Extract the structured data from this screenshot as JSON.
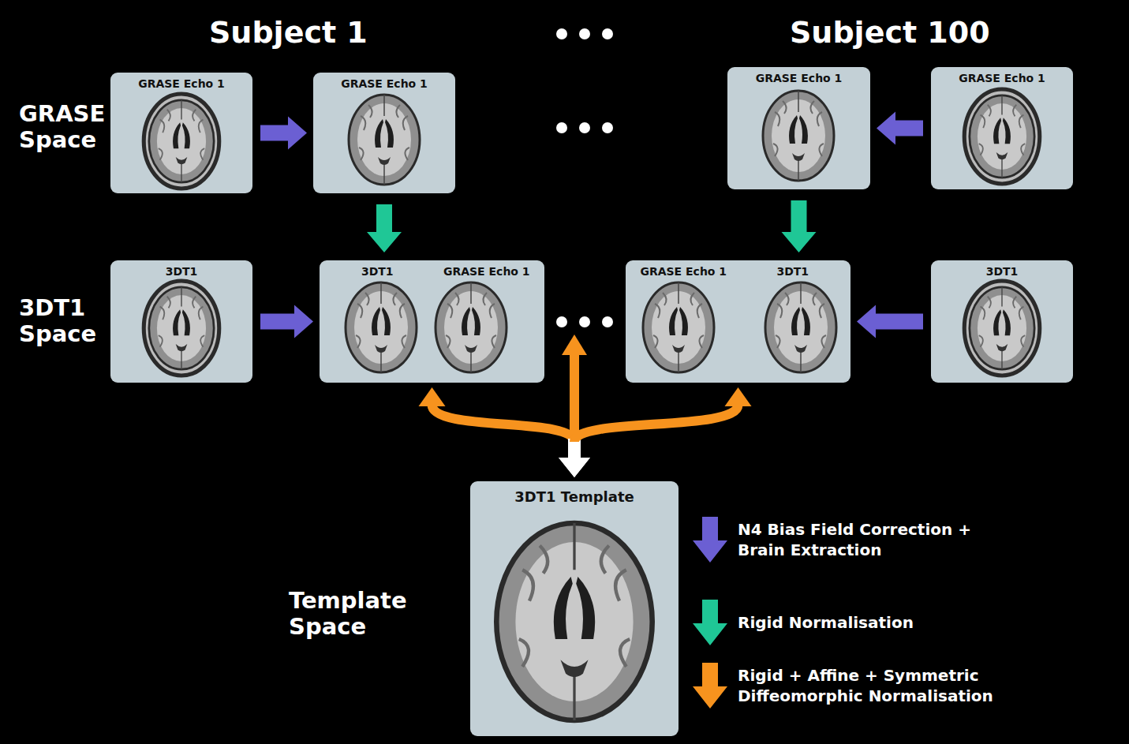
{
  "diagram": {
    "nodes": [
      {
        "text": [
          "GRASE Echo 1"
        ]
      },
      {
        "text": [
          "GRASE Echo 1"
        ]
      },
      {
        "text": [
          "GRASE Echo 1"
        ]
      },
      {
        "text": [
          "GRASE Echo 1"
        ]
      },
      {
        "text": [
          "3DT1"
        ]
      },
      {
        "text": [
          "3DT1",
          "GRASE Echo 1"
        ]
      },
      {
        "text": [
          "GRASE Echo 1",
          "3DT1"
        ]
      },
      {
        "text": [
          "3DT1"
        ]
      },
      {
        "text": [
          "3DT1 Template"
        ]
      }
    ],
    "edges": [
      {
        "from": 0,
        "to": 1,
        "arrow": "to"
      },
      {
        "from": 3,
        "to": 2,
        "arrow": "to"
      },
      {
        "from": 1,
        "to": 5,
        "arrow": "to"
      },
      {
        "from": 2,
        "to": 6,
        "arrow": "to"
      },
      {
        "from": 4,
        "to": 5,
        "arrow": "to"
      },
      {
        "from": 7,
        "to": 6,
        "arrow": "to"
      },
      {
        "from": 8,
        "to": 5,
        "arrow": "both"
      },
      {
        "from": 8,
        "to": 6,
        "arrow": "both"
      }
    ],
    "labels": [
      "Subject 1",
      "Subject 100",
      "GRASE Space",
      "3DT1 Space",
      "Template Space"
    ],
    "legend": [
      {
        "text": "N4 Bias Field Correction + Brain Extraction",
        "color": "#6b5fd3"
      },
      {
        "text": "Rigid Normalisation",
        "color": "#1fc796"
      },
      {
        "text": "Rigid + Affine + Symmetric Diffeomorphic Normalisation",
        "color": "#f7931e"
      }
    ]
  }
}
